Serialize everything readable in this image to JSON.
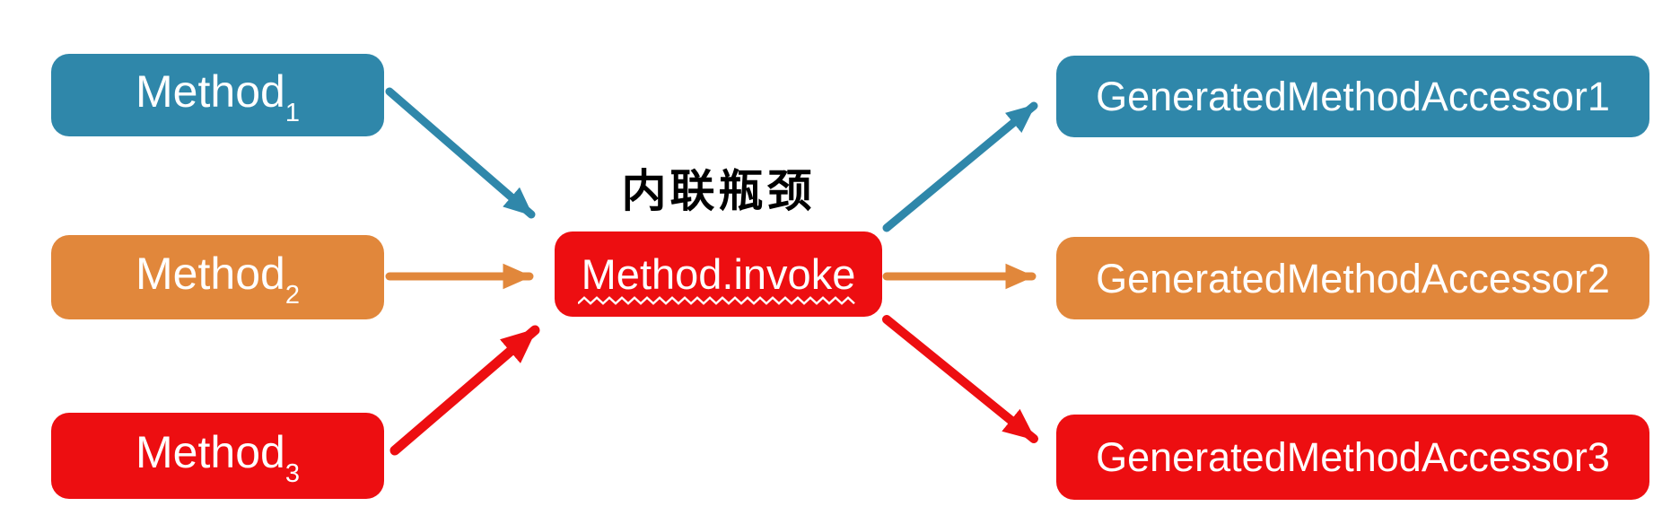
{
  "colors": {
    "teal": "#2F87AA",
    "orange": "#E1873B",
    "red": "#ED0E11",
    "label_text": "#FFFFFF",
    "title_text": "#000000",
    "background": "#FFFFFF"
  },
  "title": {
    "text": "内联瓶颈"
  },
  "center_node": {
    "label": "Method.invoke"
  },
  "left_nodes": [
    {
      "label": "Method",
      "subscript": "1",
      "color": "#2F87AA"
    },
    {
      "label": "Method",
      "subscript": "2",
      "color": "#E1873B"
    },
    {
      "label": "Method",
      "subscript": "3",
      "color": "#ED0E11"
    }
  ],
  "right_nodes": [
    {
      "label": "GeneratedMethodAccessor1",
      "color": "#2F87AA"
    },
    {
      "label": "GeneratedMethodAccessor2",
      "color": "#E1873B"
    },
    {
      "label": "GeneratedMethodAccessor3",
      "color": "#ED0E11"
    }
  ]
}
